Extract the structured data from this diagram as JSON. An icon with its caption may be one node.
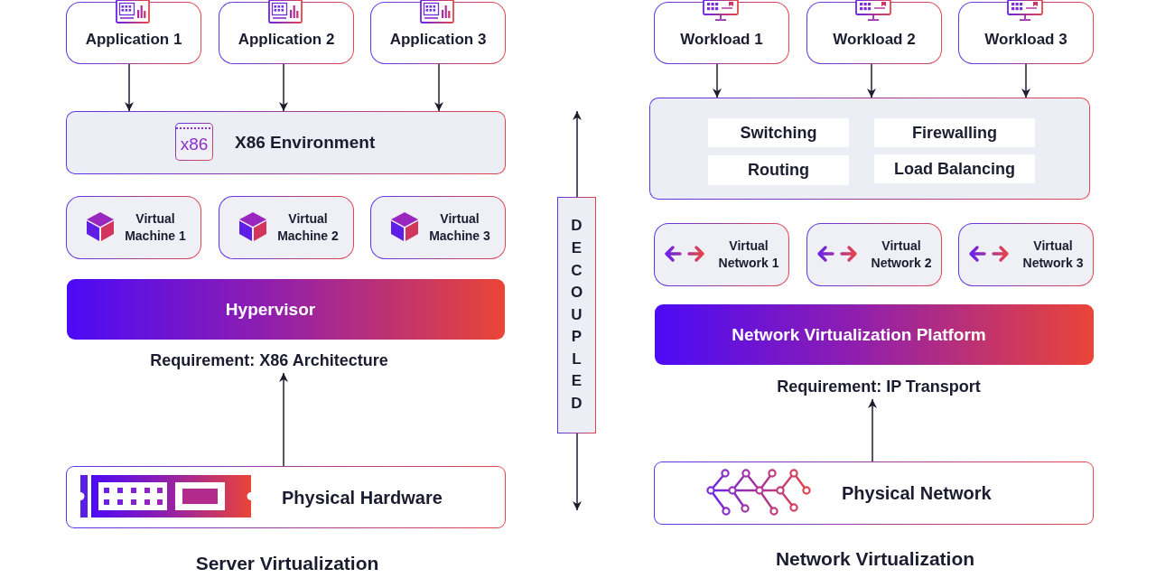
{
  "diagram": {
    "nodes": [
      {
        "text": [
          "Application 1"
        ]
      },
      {
        "text": [
          "Application 2"
        ]
      },
      {
        "text": [
          "Application 3"
        ]
      },
      {
        "text": [
          "x86",
          "X86 Environment"
        ]
      },
      {
        "text": [
          "Virtual Machine 1"
        ]
      },
      {
        "text": [
          "Virtual Machine 2"
        ]
      },
      {
        "text": [
          "Virtual Machine 3"
        ]
      },
      {
        "text": [
          "Hypervisor"
        ]
      },
      {
        "text": [
          "Requirement: X86 Architecture"
        ]
      },
      {
        "text": [
          "Physical Hardware"
        ]
      },
      {
        "text": [
          "DECOUPLED"
        ]
      },
      {
        "text": [
          "Workload 1"
        ]
      },
      {
        "text": [
          "Workload 2"
        ]
      },
      {
        "text": [
          "Workload 3"
        ]
      },
      {
        "text": [],
        "shape": "box"
      },
      {
        "text": [
          "Switching"
        ],
        "in": 14
      },
      {
        "text": [
          "Firewalling"
        ],
        "in": 14
      },
      {
        "text": [
          "Routing"
        ],
        "in": 14
      },
      {
        "text": [
          "Load Balancing"
        ],
        "in": 14
      },
      {
        "text": [
          "Virtual Network 1"
        ]
      },
      {
        "text": [
          "Virtual Network 2"
        ]
      },
      {
        "text": [
          "Virtual Network 3"
        ]
      },
      {
        "text": [
          "Network Virtualization Platform"
        ]
      },
      {
        "text": [
          "Requirement: IP Transport"
        ]
      },
      {
        "text": [
          "Physical Network"
        ]
      }
    ],
    "edges": [
      {
        "from": 0,
        "to": 3,
        "arrow": "to"
      },
      {
        "from": 1,
        "to": 3,
        "arrow": "to"
      },
      {
        "from": 2,
        "to": 3,
        "arrow": "to"
      },
      {
        "from": 9,
        "to": 8,
        "arrow": "to"
      },
      {
        "from": 10,
        "to": null,
        "arrow": "to"
      },
      {
        "from": 10,
        "to": null,
        "arrow": "to"
      },
      {
        "from": 11,
        "to": 14,
        "arrow": "to"
      },
      {
        "from": 12,
        "to": 14,
        "arrow": "to"
      },
      {
        "from": 13,
        "to": 14,
        "arrow": "to"
      },
      {
        "from": 24,
        "to": 23,
        "arrow": "to"
      }
    ],
    "labels": [
      "Server Virtualization",
      "Network Virtualization"
    ]
  }
}
